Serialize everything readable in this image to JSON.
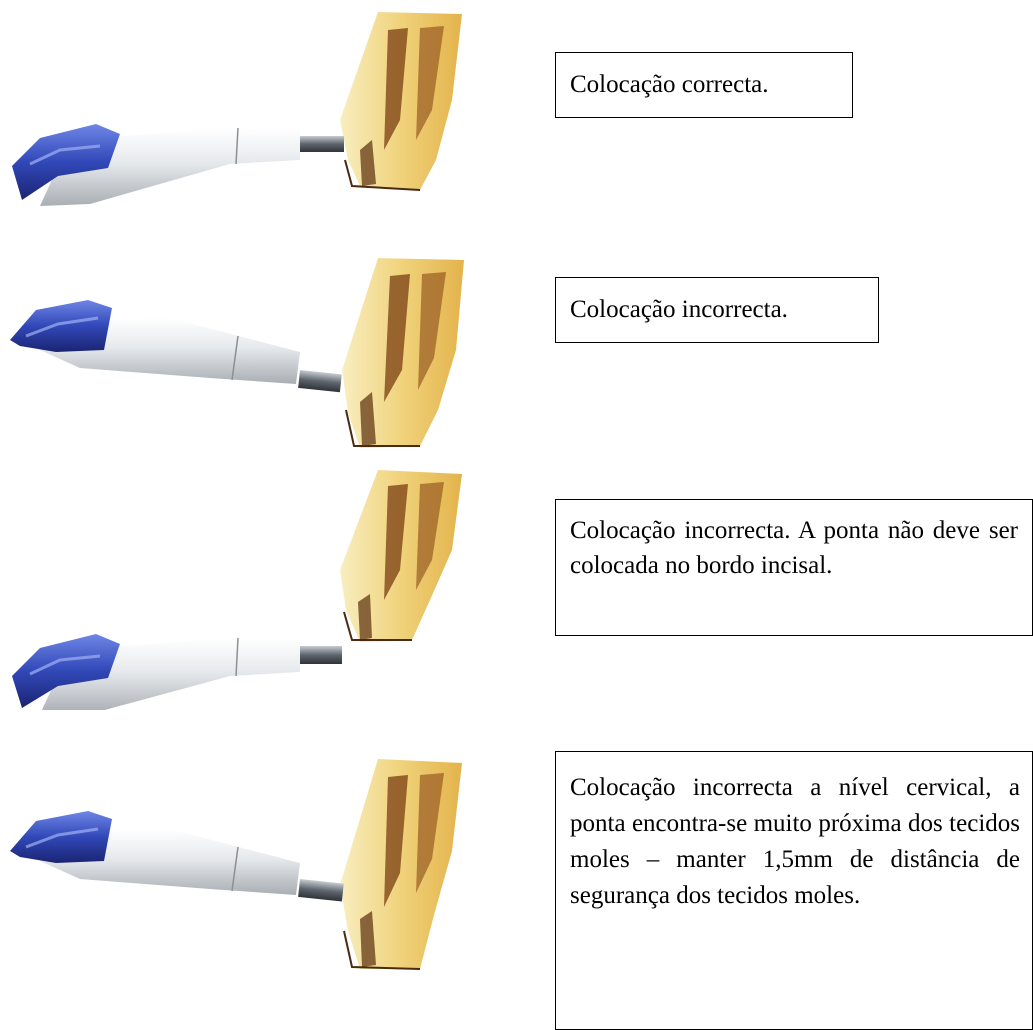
{
  "figures": [
    {
      "id": "correct-placement",
      "caption": "Colocação correcta."
    },
    {
      "id": "incorrect-placement-angle",
      "caption": "Colocação incorrecta."
    },
    {
      "id": "incorrect-placement-incisal",
      "caption": "Colocação incorrecta. A ponta não deve ser colocada no bordo incisal."
    },
    {
      "id": "incorrect-placement-cervical",
      "caption": "Colocação incorrecta a nível cervical, a ponta encontra-se muito próxima dos tecidos moles – manter 1,5mm de distância de segurança dos tecidos moles."
    }
  ],
  "colors": {
    "handpiece_body": "#d9dde2",
    "handpiece_grip": "#2d3fa3",
    "tooth_enamel": "#f3df9c",
    "tooth_shadow": "#7a3d12",
    "tip_metal": "#6d747c"
  },
  "icons": [
    "ultrasonic-handpiece-icon",
    "tooth-icon"
  ]
}
